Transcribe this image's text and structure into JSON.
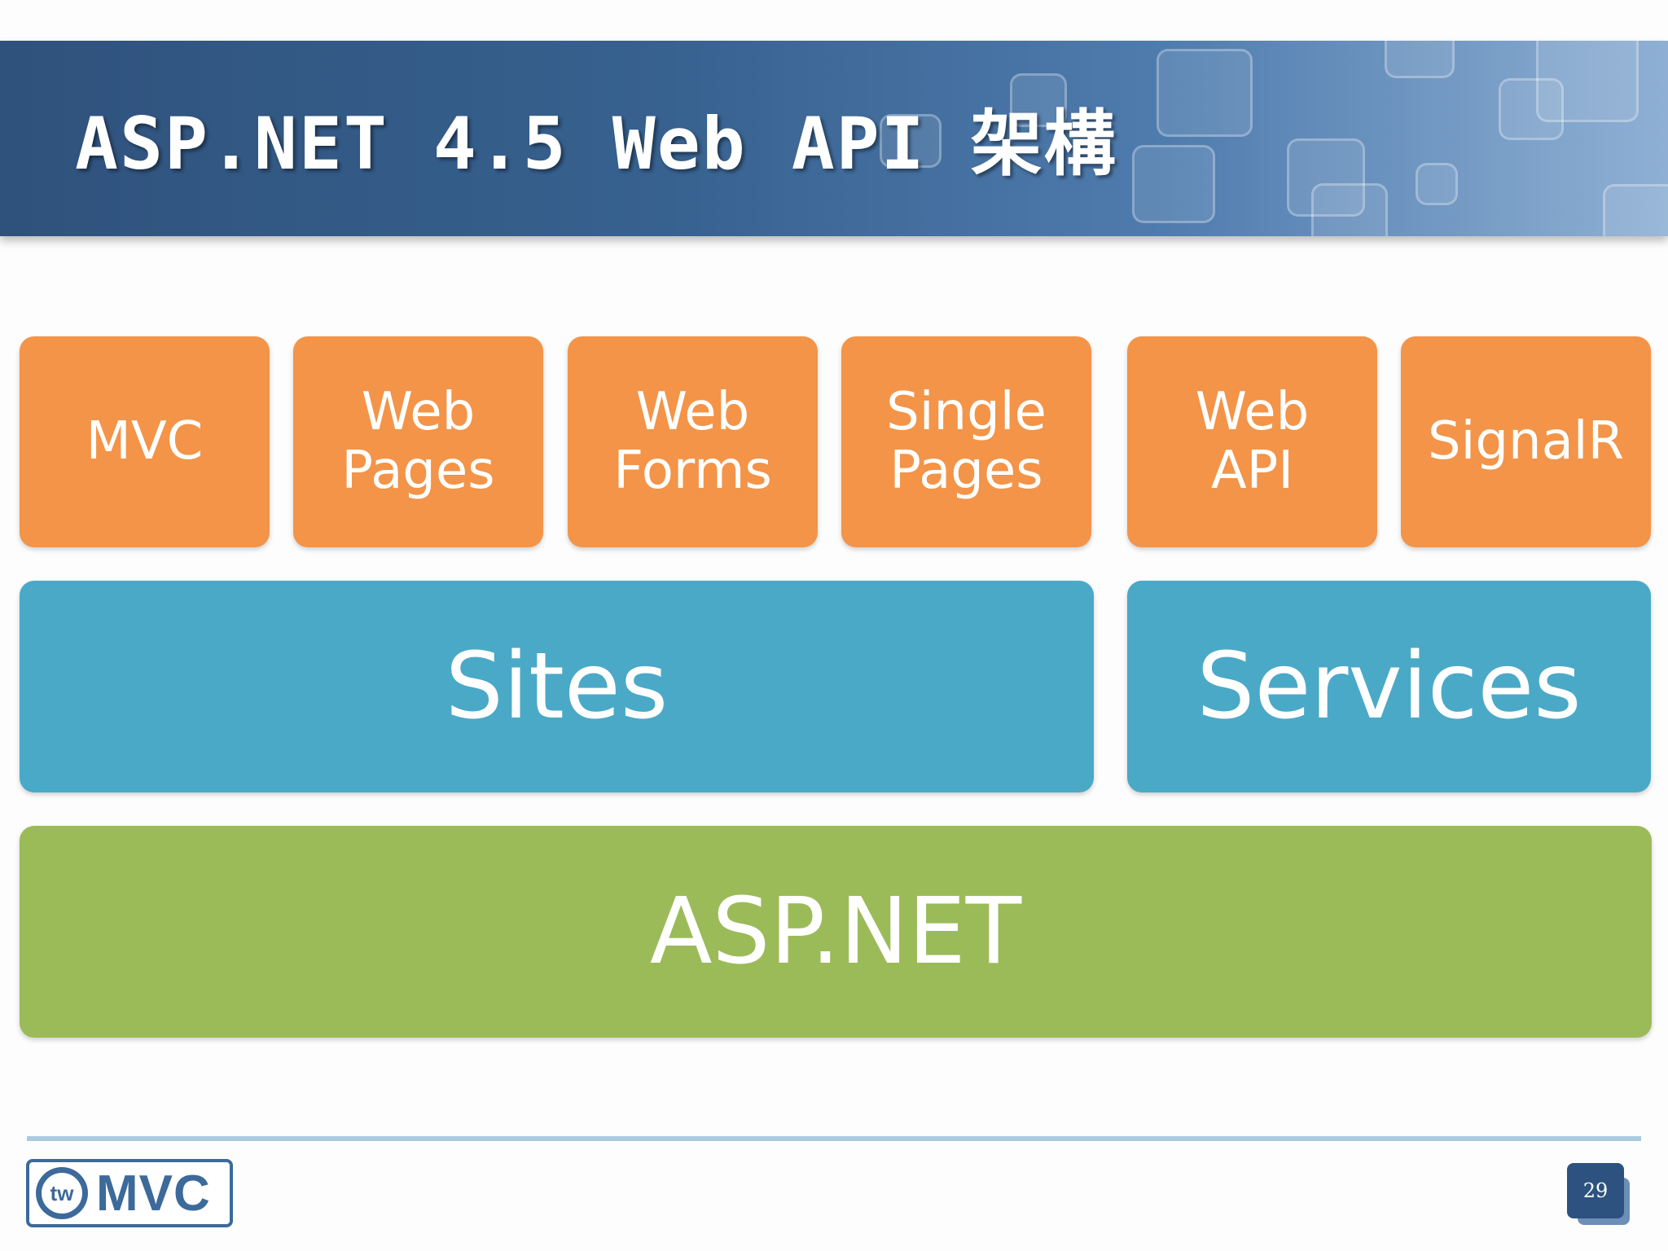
{
  "slide": {
    "title": "ASP.NET 4.5 Web API 架構",
    "page_number": "29"
  },
  "diagram": {
    "top_row": [
      {
        "label": "MVC"
      },
      {
        "label": "Web\nPages"
      },
      {
        "label": "Web\nForms"
      },
      {
        "label": "Single\nPages"
      },
      {
        "label": "Web\nAPI"
      },
      {
        "label": "SignalR"
      }
    ],
    "middle_row": [
      {
        "label": "Sites"
      },
      {
        "label": "Services"
      }
    ],
    "bottom": {
      "label": "ASP.NET"
    }
  },
  "logo": {
    "tw": "tw",
    "mvc": "MVC"
  },
  "colors": {
    "banner": "#2f527c",
    "orange": "#f39448",
    "blue": "#4aa9c7",
    "green": "#9bbb59",
    "rule": "#a8cbe0"
  }
}
